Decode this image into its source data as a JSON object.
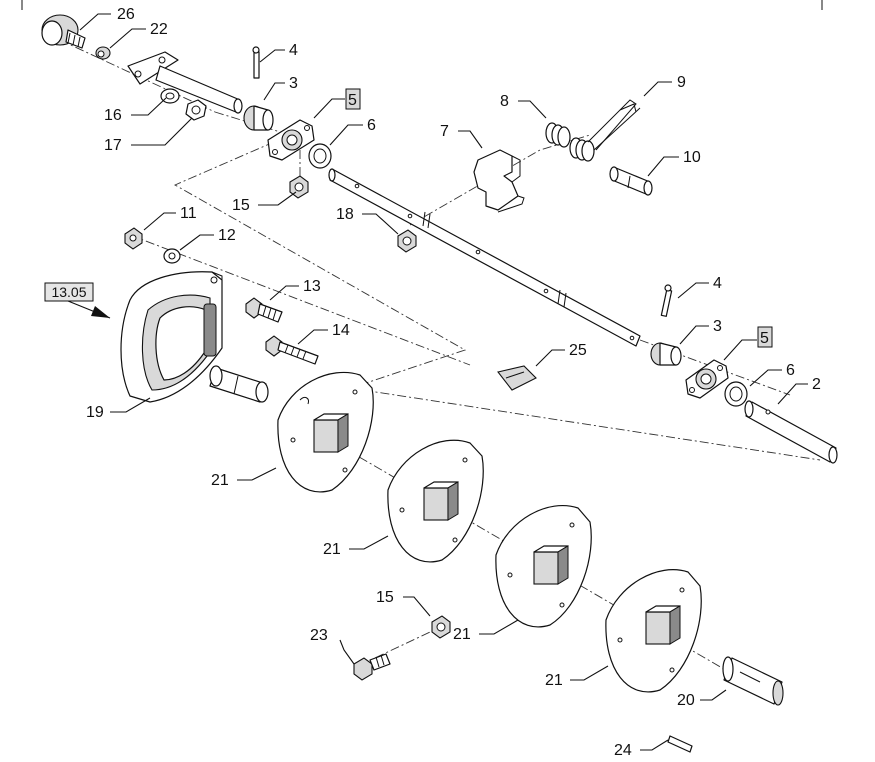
{
  "diagram": {
    "callouts": [
      {
        "id": "c26",
        "label": "26"
      },
      {
        "id": "c22",
        "label": "22"
      },
      {
        "id": "c16",
        "label": "16"
      },
      {
        "id": "c17",
        "label": "17"
      },
      {
        "id": "c4a",
        "label": "4"
      },
      {
        "id": "c3a",
        "label": "3"
      },
      {
        "id": "c5a",
        "label": "5"
      },
      {
        "id": "c6a",
        "label": "6"
      },
      {
        "id": "c15a",
        "label": "15"
      },
      {
        "id": "c8",
        "label": "8"
      },
      {
        "id": "c9",
        "label": "9"
      },
      {
        "id": "c7",
        "label": "7"
      },
      {
        "id": "c10",
        "label": "10"
      },
      {
        "id": "c18",
        "label": "18"
      },
      {
        "id": "c11",
        "label": "11"
      },
      {
        "id": "c12",
        "label": "12"
      },
      {
        "id": "c13",
        "label": "13"
      },
      {
        "id": "c14",
        "label": "14"
      },
      {
        "id": "c19",
        "label": "19"
      },
      {
        "id": "c4b",
        "label": "4"
      },
      {
        "id": "c3b",
        "label": "3"
      },
      {
        "id": "c5b",
        "label": "5"
      },
      {
        "id": "c6b",
        "label": "6"
      },
      {
        "id": "c2",
        "label": "2"
      },
      {
        "id": "c25",
        "label": "25"
      },
      {
        "id": "c21a",
        "label": "21"
      },
      {
        "id": "c21b",
        "label": "21"
      },
      {
        "id": "c21c",
        "label": "21"
      },
      {
        "id": "c21d",
        "label": "21"
      },
      {
        "id": "c15b",
        "label": "15"
      },
      {
        "id": "c23",
        "label": "23"
      },
      {
        "id": "c20",
        "label": "20"
      },
      {
        "id": "c24",
        "label": "24"
      }
    ],
    "reference": {
      "label": "13.05"
    }
  }
}
